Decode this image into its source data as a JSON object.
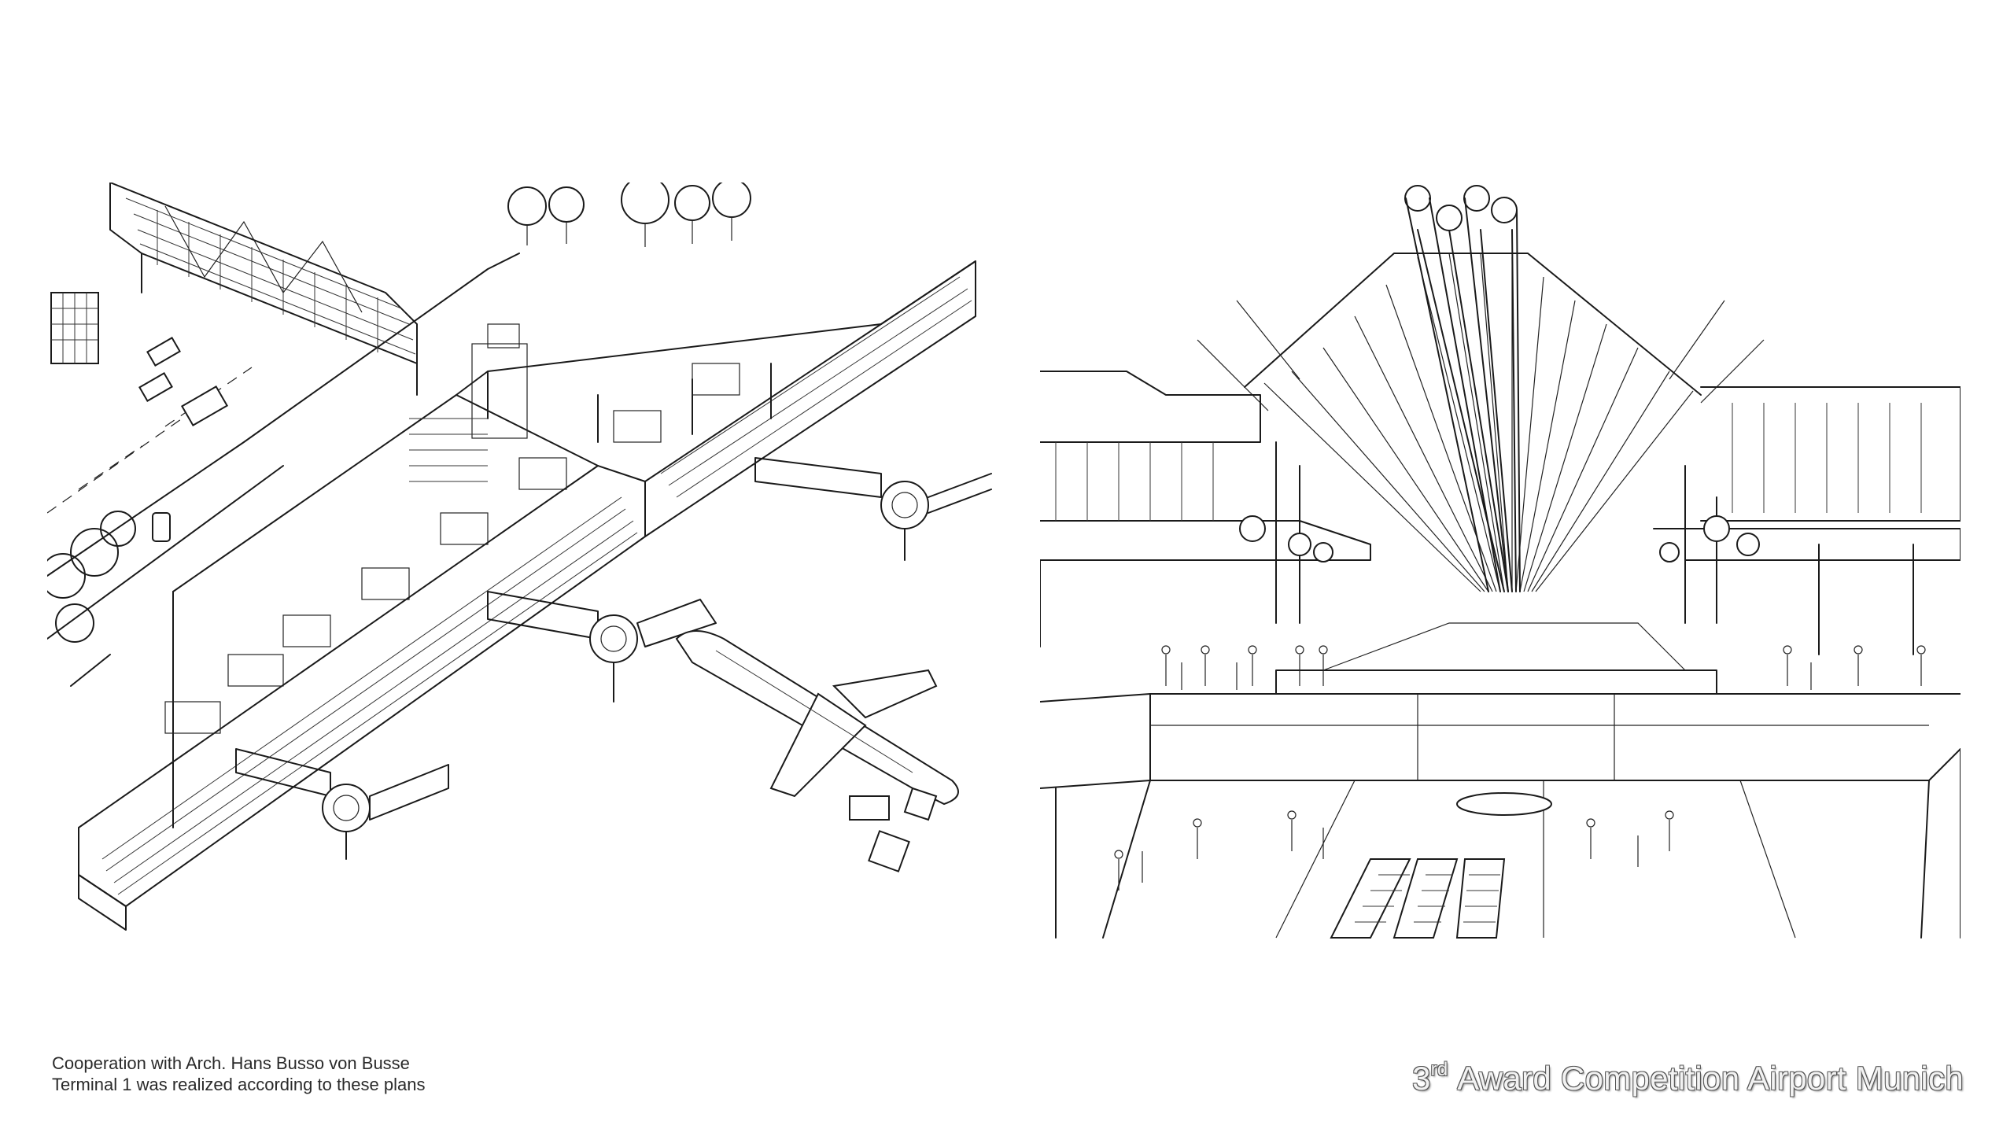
{
  "illustrations": {
    "left": {
      "icon": "isometric-terminal-drawing-icon"
    },
    "right": {
      "icon": "terminal-interior-perspective-icon"
    }
  },
  "caption": {
    "line1": "Cooperation with Arch. Hans Busso von Busse",
    "line2": "Terminal 1 was realized according to these plans"
  },
  "award": {
    "ordinal_number": "3",
    "ordinal_suffix": "rd",
    "text": " Award Competition Airport Munich"
  },
  "colors": {
    "background": "#ffffff",
    "ink": "#1a1a1a",
    "title_fill": "#f2f2f2",
    "title_outline": "#555555"
  }
}
